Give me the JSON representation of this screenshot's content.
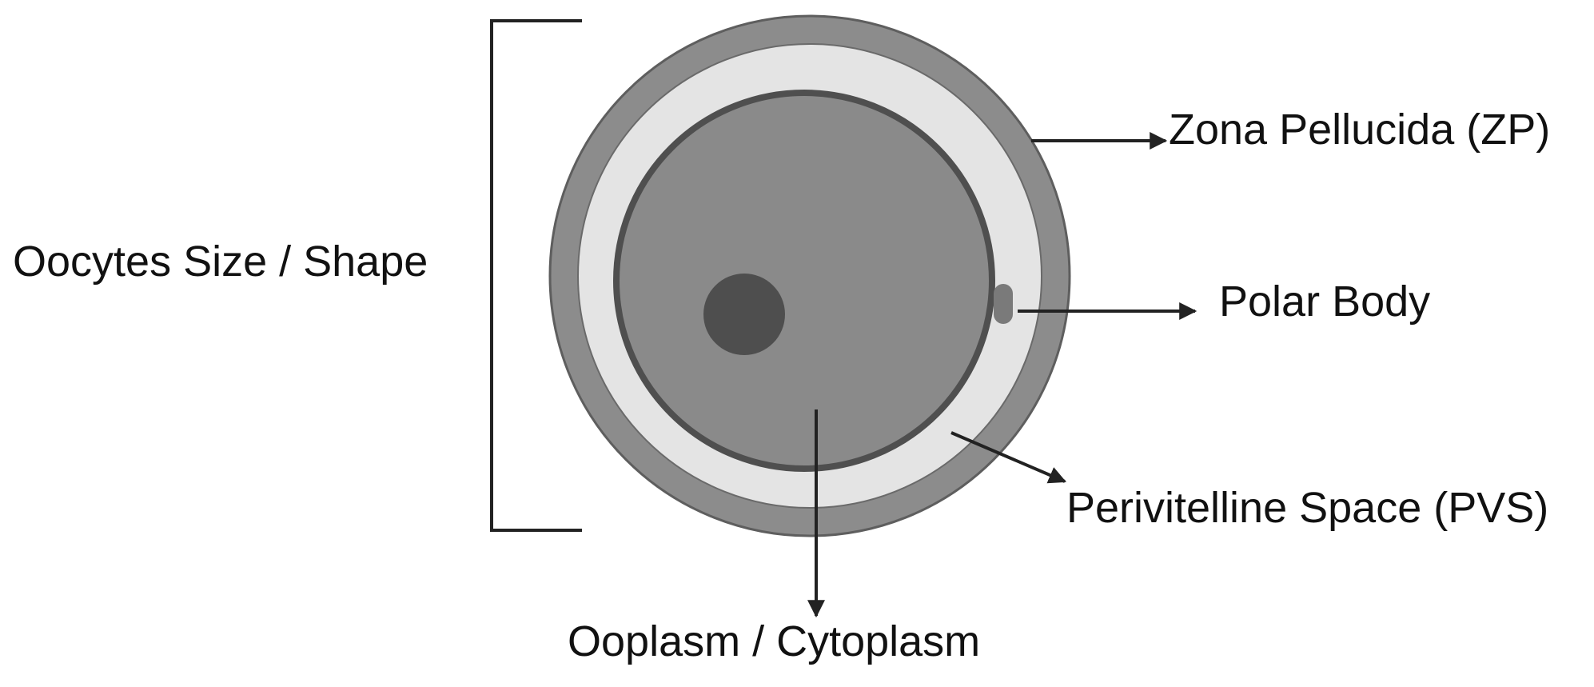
{
  "diagram": {
    "labels": {
      "oocyte_size_shape": "Oocytes Size / Shape",
      "zona_pellucida": "Zona Pellucida (ZP)",
      "polar_body": "Polar Body",
      "perivitelline_space": "Perivitelline Space (PVS)",
      "ooplasm": "Ooplasm / Cytoplasm"
    },
    "colors": {
      "zona_fill": "#8c8c8c",
      "zona_stroke": "#5e5e5e",
      "pvs_fill": "#e4e4e4",
      "ooplasm_fill": "#8a8a8a",
      "ooplasm_stroke": "#4f4f4f",
      "nucleus_fill": "#4e4e4e",
      "polar_body_fill": "#7a7a7a",
      "line_color": "#222222"
    }
  }
}
